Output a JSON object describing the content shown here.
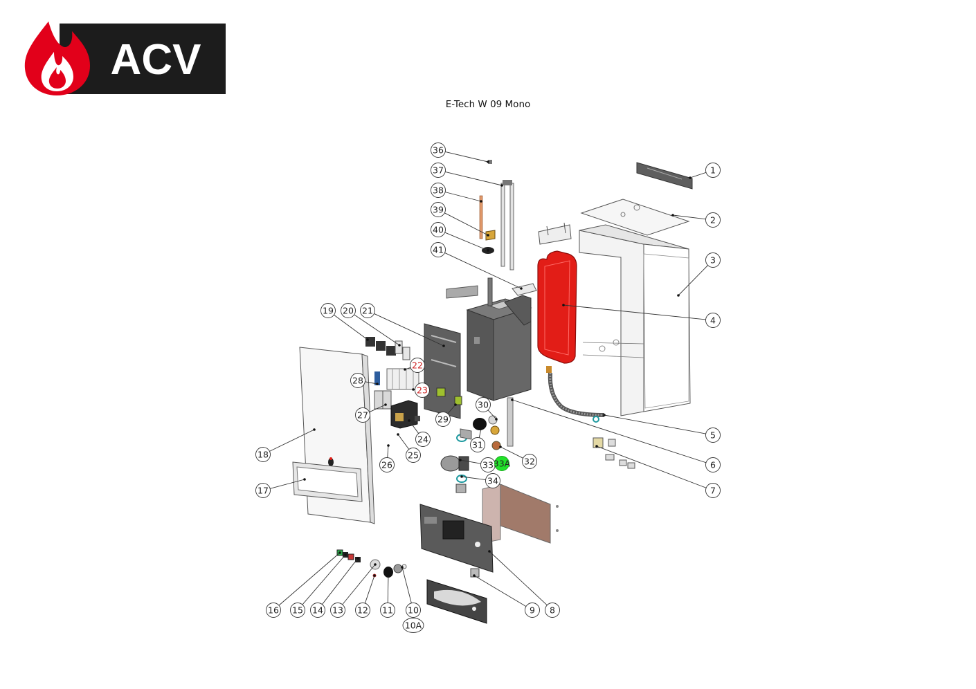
{
  "brand": {
    "name": "ACV",
    "flame_color": "#e2001a",
    "band_color": "#1c1c1c"
  },
  "title": "E-Tech W 09 Mono",
  "diagram": {
    "callouts": [
      {
        "id": "1",
        "label": "1"
      },
      {
        "id": "2",
        "label": "2"
      },
      {
        "id": "3",
        "label": "3"
      },
      {
        "id": "4",
        "label": "4"
      },
      {
        "id": "5",
        "label": "5"
      },
      {
        "id": "6",
        "label": "6"
      },
      {
        "id": "7",
        "label": "7"
      },
      {
        "id": "8",
        "label": "8"
      },
      {
        "id": "9",
        "label": "9"
      },
      {
        "id": "10",
        "label": "10"
      },
      {
        "id": "10A",
        "label": "10A"
      },
      {
        "id": "11",
        "label": "11"
      },
      {
        "id": "12",
        "label": "12"
      },
      {
        "id": "13",
        "label": "13"
      },
      {
        "id": "14",
        "label": "14"
      },
      {
        "id": "15",
        "label": "15"
      },
      {
        "id": "16",
        "label": "16"
      },
      {
        "id": "17",
        "label": "17"
      },
      {
        "id": "18",
        "label": "18"
      },
      {
        "id": "19",
        "label": "19"
      },
      {
        "id": "20",
        "label": "20"
      },
      {
        "id": "21",
        "label": "21"
      },
      {
        "id": "22",
        "label": "22",
        "highlight": "red"
      },
      {
        "id": "23",
        "label": "23",
        "highlight": "red"
      },
      {
        "id": "24",
        "label": "24"
      },
      {
        "id": "25",
        "label": "25"
      },
      {
        "id": "26",
        "label": "26"
      },
      {
        "id": "27",
        "label": "27"
      },
      {
        "id": "28",
        "label": "28"
      },
      {
        "id": "29",
        "label": "29"
      },
      {
        "id": "30",
        "label": "30"
      },
      {
        "id": "31",
        "label": "31"
      },
      {
        "id": "32",
        "label": "32"
      },
      {
        "id": "33",
        "label": "33"
      },
      {
        "id": "33A",
        "label": "33A",
        "highlight": "green"
      },
      {
        "id": "34",
        "label": "34"
      },
      {
        "id": "36",
        "label": "36"
      },
      {
        "id": "37",
        "label": "37"
      },
      {
        "id": "38",
        "label": "38"
      },
      {
        "id": "39",
        "label": "39"
      },
      {
        "id": "40",
        "label": "40"
      },
      {
        "id": "41",
        "label": "41"
      }
    ],
    "colors": {
      "expansion_vessel": "#e21d17",
      "highlight_red_text": "#cc1f1f",
      "highlight_green_fill": "#22e22a",
      "panel_gray": "#5e5e5e",
      "casing_light": "#f2f2f2",
      "outline": "#555555"
    }
  }
}
